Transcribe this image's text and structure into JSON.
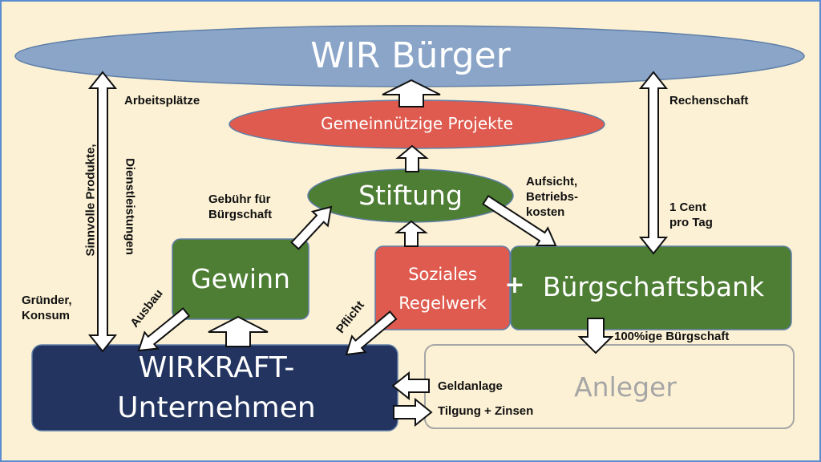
{
  "nodes": {
    "wir_buerger": "WIR Bürger",
    "projekte": "Gemeinnützige Projekte",
    "stiftung": "Stiftung",
    "gewinn": "Gewinn",
    "soziales_line1": "Soziales",
    "soziales_line2": "Regelwerk",
    "plus": "+",
    "buergschaftsbank": "Bürgschaftsbank",
    "wirkraft_line1": "WIRKRAFT-",
    "wirkraft_line2": "Unternehmen",
    "anleger": "Anleger"
  },
  "labels": {
    "arbeitsplaetze": "Arbeitsplätze",
    "sinnvolle_produkte": "Sinnvolle Produkte,",
    "dienstleistungen": "Dienstleistungen",
    "gruender_line1": "Gründer,",
    "gruender_line2": "Konsum",
    "rechenschaft": "Rechenschaft",
    "cent_line1": "1 Cent",
    "cent_line2": "pro Tag",
    "gebuehr_line1": "Gebühr für",
    "gebuehr_line2": "Bürgschaft",
    "aufsicht_line1": "Aufsicht,",
    "aufsicht_line2": "Betriebs-",
    "aufsicht_line3": "kosten",
    "ausbau": "Ausbau",
    "pflicht": "Pflicht",
    "buergschaft_100": "100%ige Bürgschaft",
    "geldanlage": "Geldanlage",
    "tilgung": "Tilgung + Zinsen"
  },
  "colors": {
    "background": "#fcf1d4",
    "frame": "#5b8ccf",
    "ellipse_blue": "#8aa5c8",
    "red": "#df5b4f",
    "green": "#4d7e34",
    "navy": "#22345f",
    "anleger_text": "#a6a6a6",
    "arrow_fill": "#ffffff",
    "arrow_stroke": "#111111"
  }
}
